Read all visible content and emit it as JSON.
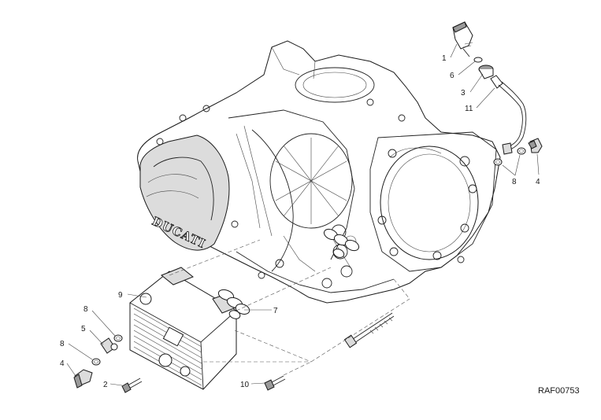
{
  "diagram": {
    "drawing_code": "RAF00753",
    "brand_mark": "DUCATI",
    "callouts": [
      {
        "id": "c1",
        "text": "1"
      },
      {
        "id": "c6",
        "text": "6"
      },
      {
        "id": "c3",
        "text": "3"
      },
      {
        "id": "c11",
        "text": "11"
      },
      {
        "id": "c8a",
        "text": "8"
      },
      {
        "id": "c4a",
        "text": "4"
      },
      {
        "id": "c9",
        "text": "9"
      },
      {
        "id": "c7",
        "text": "7"
      },
      {
        "id": "c8b",
        "text": "8"
      },
      {
        "id": "c5",
        "text": "5"
      },
      {
        "id": "c8c",
        "text": "8"
      },
      {
        "id": "c4b",
        "text": "4"
      },
      {
        "id": "c2",
        "text": "2"
      },
      {
        "id": "c10",
        "text": "10"
      }
    ]
  }
}
